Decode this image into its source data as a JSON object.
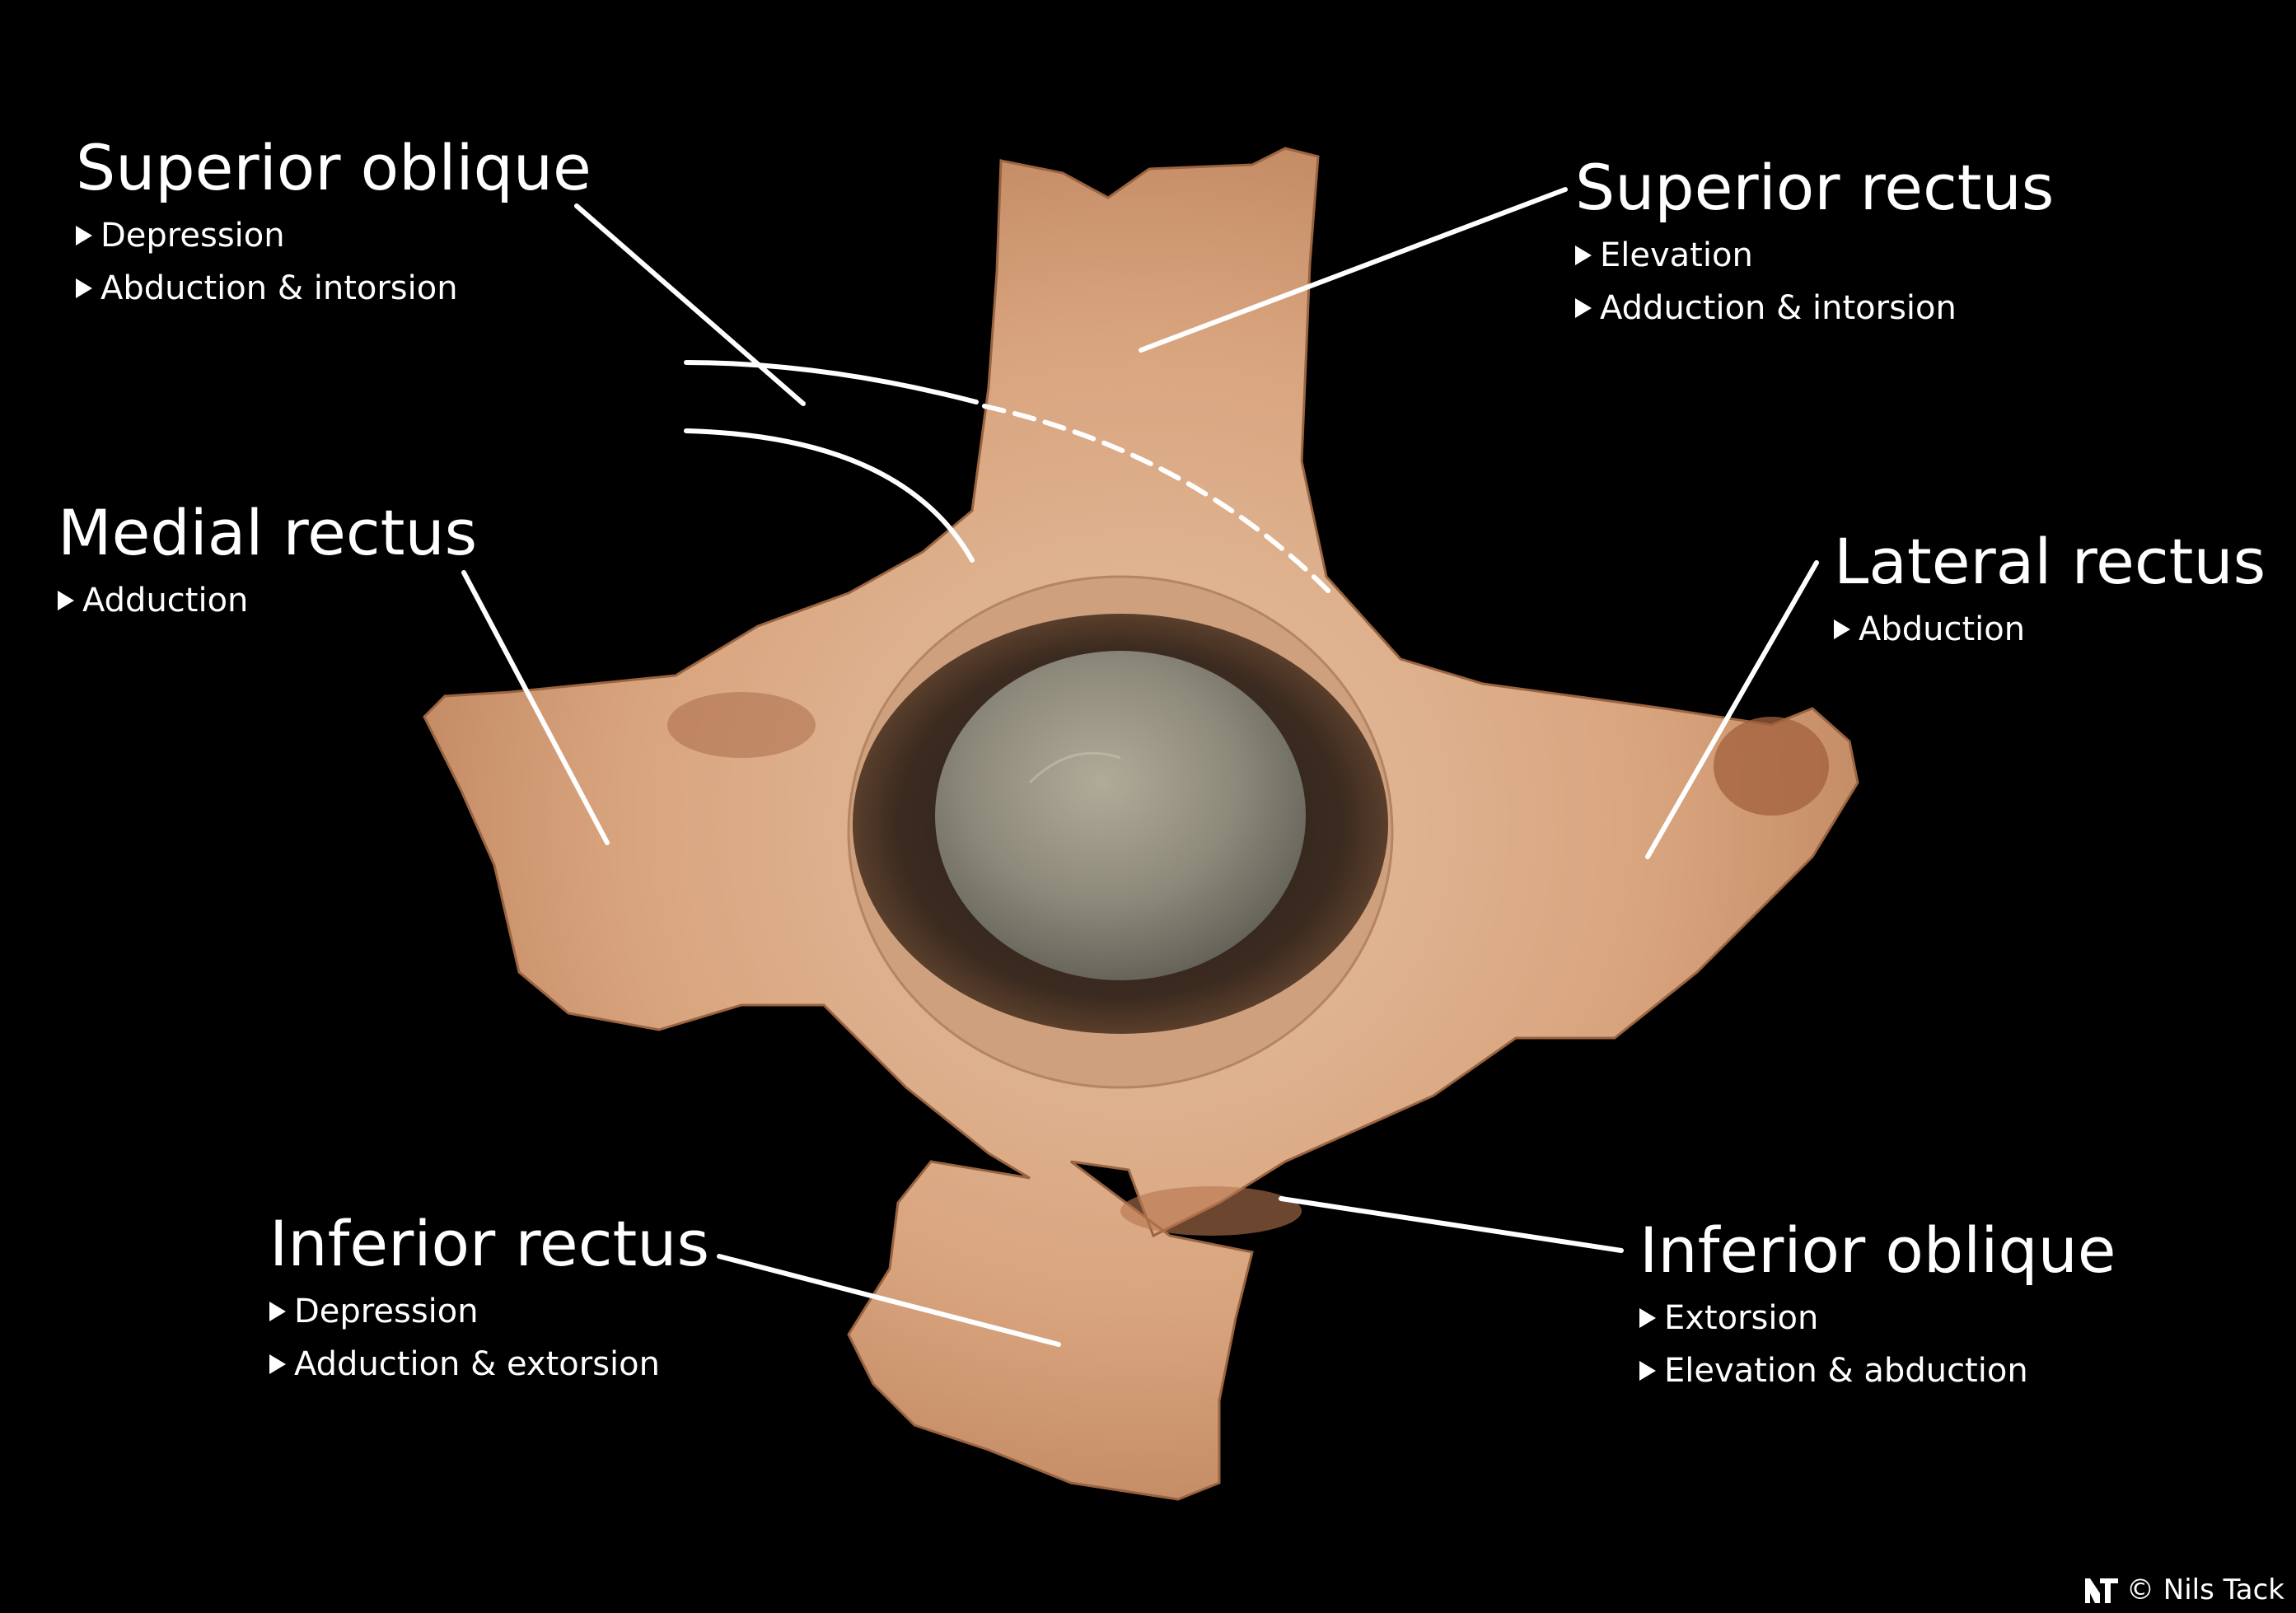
{
  "labels": {
    "superior_oblique": {
      "name": "Superior oblique",
      "actions": [
        "Depression",
        "Abduction & intorsion"
      ]
    },
    "superior_rectus": {
      "name": "Superior rectus",
      "actions": [
        "Elevation",
        "Adduction & intorsion"
      ]
    },
    "medial_rectus": {
      "name": "Medial rectus",
      "actions": [
        "Adduction"
      ]
    },
    "lateral_rectus": {
      "name": "Lateral rectus",
      "actions": [
        "Abduction"
      ]
    },
    "inferior_rectus": {
      "name": "Inferior rectus",
      "actions": [
        "Depression",
        "Adduction & extorsion"
      ]
    },
    "inferior_oblique": {
      "name": "Inferior oblique",
      "actions": [
        "Extorsion",
        "Elevation & abduction"
      ]
    }
  },
  "credit": {
    "text": "© Nils Tack",
    "logo_icon": "nt-logo-icon"
  },
  "colors": {
    "background": "#000000",
    "text": "#ffffff",
    "tissue": "#d9a883",
    "iris": "#3b2a1e",
    "cornea": "#8f8c7d"
  }
}
